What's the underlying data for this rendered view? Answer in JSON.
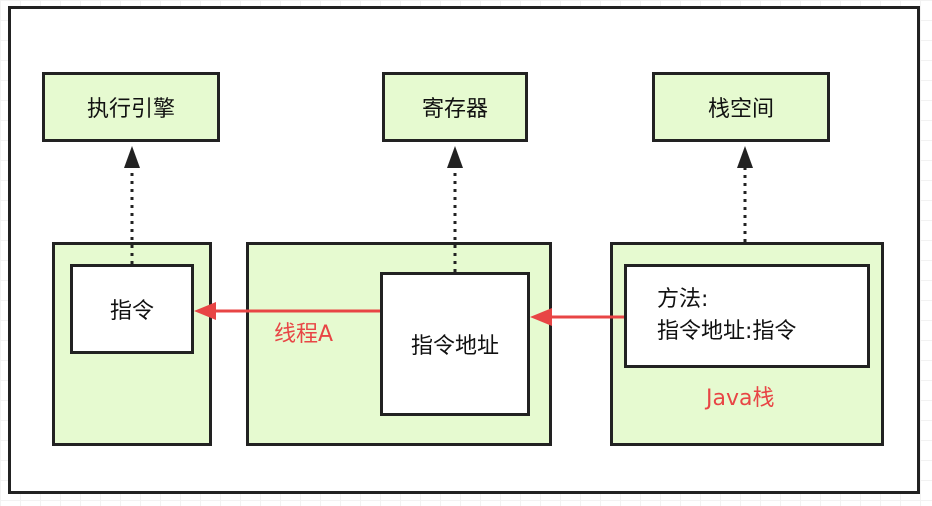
{
  "nodes": {
    "engine": "执行引擎",
    "register": "寄存器",
    "stack_space": "栈空间",
    "instruction": "指令",
    "instruction_address": "指令地址",
    "method_line": "方法:",
    "method_detail": "指令地址:指令"
  },
  "labels": {
    "thread": "线程A",
    "java_stack": "Java栈"
  },
  "colors": {
    "green": "#e6fad0",
    "red": "#e84545",
    "border": "#222222"
  }
}
